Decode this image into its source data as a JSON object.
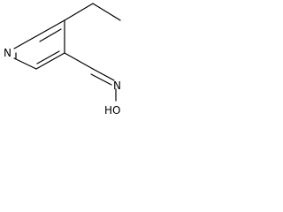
{
  "molecule": {
    "atoms": {
      "ring_nitrogen": "N",
      "oxime_nitrogen": "N",
      "hydroxyl": "HO"
    }
  },
  "colors": {
    "bond": "#000000",
    "label": "#000000",
    "background": "#ffffff"
  }
}
